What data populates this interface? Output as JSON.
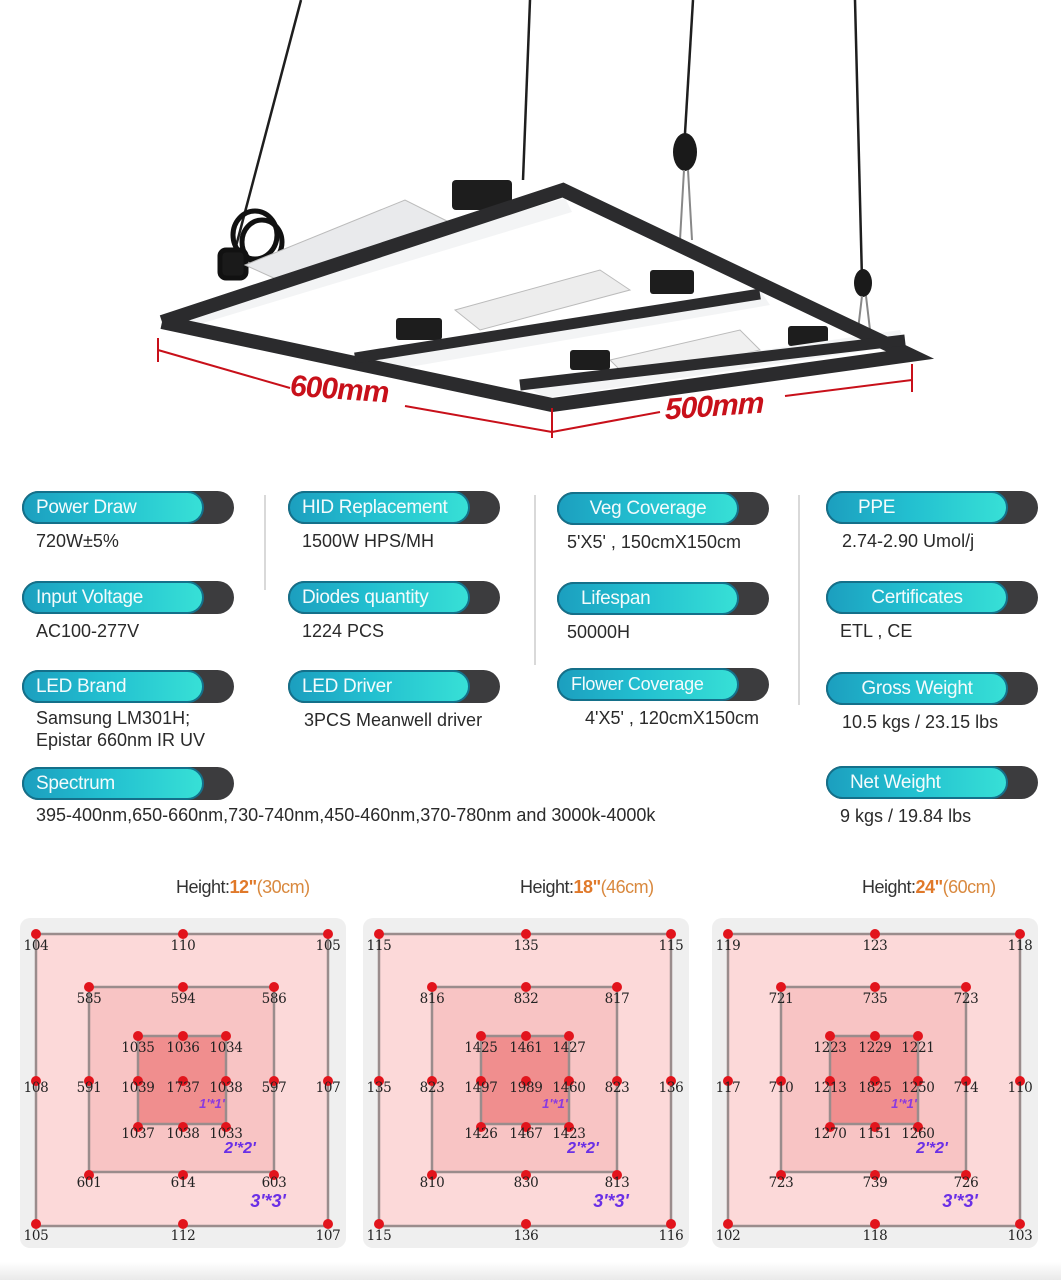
{
  "product": {
    "dimensions": {
      "length": "600mm",
      "width": "500mm"
    },
    "colors": {
      "frame": "#2b2b2d",
      "panel": "#eef0f2",
      "dimension_line": "#c8101a"
    }
  },
  "specs": [
    {
      "key": "power_draw",
      "label": "Power Draw",
      "value": "720W±5%"
    },
    {
      "key": "hid_replacement",
      "label": "HID Replacement",
      "value": "1500W HPS/MH"
    },
    {
      "key": "veg_coverage",
      "label": "Veg Coverage",
      "value": "5'X5' , 150cmX150cm"
    },
    {
      "key": "ppe",
      "label": "PPE",
      "value": "2.74-2.90 Umol/j"
    },
    {
      "key": "input_voltage",
      "label": "Input Voltage",
      "value": "AC100-277V"
    },
    {
      "key": "diodes_quantity",
      "label": "Diodes quantity",
      "value": "1224 PCS"
    },
    {
      "key": "lifespan",
      "label": "Lifespan",
      "value": "50000H"
    },
    {
      "key": "certificates",
      "label": "Certificates",
      "value": "ETL , CE"
    },
    {
      "key": "led_brand",
      "label": "LED Brand",
      "value": "Samsung LM301H;",
      "value2": "Epistar 660nm IR UV"
    },
    {
      "key": "led_driver",
      "label": "LED Driver",
      "value": "3PCS Meanwell driver"
    },
    {
      "key": "flower_coverage",
      "label": "Flower Coverage",
      "value": "4'X5' , 120cmX150cm"
    },
    {
      "key": "gross_weight",
      "label": "Gross Weight",
      "value": "10.5 kgs / 23.15 lbs"
    },
    {
      "key": "spectrum",
      "label": "Spectrum",
      "value": "395-400nm,650-660nm,730-740nm,450-460nm,370-780nm and 3000k-4000k"
    },
    {
      "key": "net_weight",
      "label": "Net Weight",
      "value": "9 kgs / 19.84 lbs"
    }
  ],
  "ppfd_maps": [
    {
      "title_prefix": "Height:",
      "height_in": "12\"",
      "height_cm": "(30cm)",
      "outer": {
        "top": [
          "104",
          "110",
          "105"
        ],
        "middle": [
          "108",
          "107"
        ],
        "bottom": [
          "105",
          "112",
          "107"
        ]
      },
      "mid": {
        "top": [
          "585",
          "594",
          "586"
        ],
        "middle": [
          "591",
          "597"
        ],
        "bottom": [
          "601",
          "614",
          "603"
        ]
      },
      "inner": {
        "top": [
          "1035",
          "1036",
          "1034"
        ],
        "middle": [
          "1039",
          "1737",
          "1038"
        ],
        "bottom": [
          "1037",
          "1038",
          "1033"
        ]
      },
      "zone_labels": [
        "1'*1'",
        "2'*2'",
        "3'*3'"
      ]
    },
    {
      "title_prefix": "Height:",
      "height_in": "18\"",
      "height_cm": "(46cm)",
      "outer": {
        "top": [
          "115",
          "135",
          "115"
        ],
        "middle": [
          "135",
          "136"
        ],
        "bottom": [
          "115",
          "136",
          "116"
        ]
      },
      "mid": {
        "top": [
          "816",
          "832",
          "817"
        ],
        "middle": [
          "823",
          "823"
        ],
        "bottom": [
          "810",
          "830",
          "813"
        ]
      },
      "inner": {
        "top": [
          "1425",
          "1461",
          "1427"
        ],
        "middle": [
          "1497",
          "1989",
          "1460"
        ],
        "bottom": [
          "1426",
          "1467",
          "1423"
        ]
      },
      "zone_labels": [
        "1'*1'",
        "2'*2'",
        "3'*3'"
      ]
    },
    {
      "title_prefix": "Height:",
      "height_in": "24\"",
      "height_cm": "(60cm)",
      "outer": {
        "top": [
          "119",
          "123",
          "118"
        ],
        "middle": [
          "117",
          "110"
        ],
        "bottom": [
          "102",
          "118",
          "103"
        ]
      },
      "mid": {
        "top": [
          "721",
          "735",
          "723"
        ],
        "middle": [
          "710",
          "714"
        ],
        "bottom": [
          "723",
          "739",
          "726"
        ]
      },
      "inner": {
        "top": [
          "1223",
          "1229",
          "1221"
        ],
        "middle": [
          "1213",
          "1825",
          "1250"
        ],
        "bottom": [
          "1270",
          "1151",
          "1260"
        ]
      },
      "zone_labels": [
        "1'*1'",
        "2'*2'",
        "3'*3'"
      ]
    }
  ],
  "colors": {
    "pill_gradient_start": "#1c9fbf",
    "pill_gradient_end": "#37e0d6",
    "pill_tail": "#3c3c3e",
    "height_accent": "#e0792a",
    "zone_label": "#6a2fe6",
    "measure_dot": "#e2141c"
  }
}
